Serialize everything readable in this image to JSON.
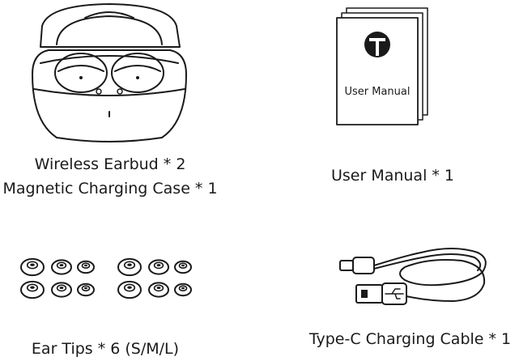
{
  "items": {
    "earbuds": {
      "caption_line1": "Wireless Earbud * 2",
      "caption_line2": "Magnetic Charging Case * 1"
    },
    "manual": {
      "caption": "User Manual * 1",
      "cover_label": "User Manual"
    },
    "ear_tips": {
      "caption": "Ear Tips * 6 (S/M/L)"
    },
    "cable": {
      "caption": "Type-C Charging Cable * 1"
    }
  },
  "colors": {
    "ink": "#1a1a1a",
    "background": "#ffffff"
  }
}
